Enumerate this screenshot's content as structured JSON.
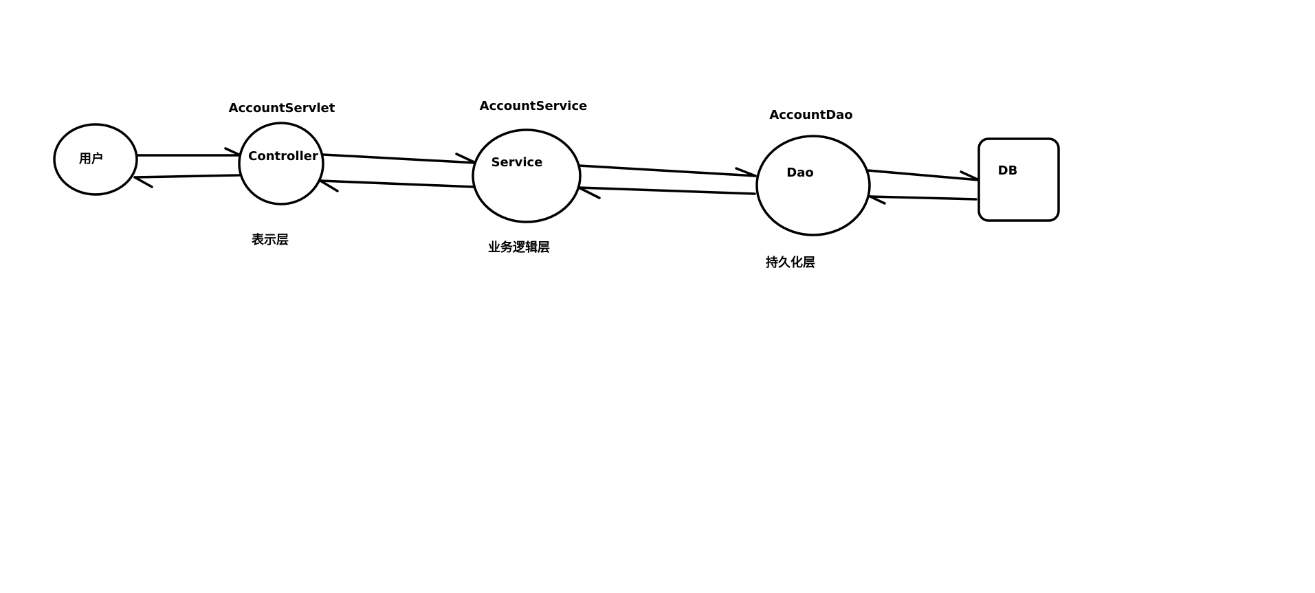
{
  "nodes": [
    {
      "id": "user",
      "label": "用户",
      "title": ""
    },
    {
      "id": "controller",
      "label": "Controller",
      "title": "AccountServlet"
    },
    {
      "id": "service",
      "label": "Service",
      "title": "AccountService"
    },
    {
      "id": "dao",
      "label": "Dao",
      "title": "AccountDao"
    },
    {
      "id": "db",
      "label": "DB",
      "title": ""
    }
  ],
  "layers": [
    {
      "id": "presentation",
      "label": "表示层"
    },
    {
      "id": "business",
      "label": "业务逻辑层"
    },
    {
      "id": "persistence",
      "label": "持久化层"
    }
  ],
  "edges": [
    {
      "from": "user",
      "to": "controller"
    },
    {
      "from": "controller",
      "to": "user"
    },
    {
      "from": "controller",
      "to": "service"
    },
    {
      "from": "service",
      "to": "controller"
    },
    {
      "from": "service",
      "to": "dao"
    },
    {
      "from": "dao",
      "to": "service"
    },
    {
      "from": "dao",
      "to": "db"
    },
    {
      "from": "db",
      "to": "dao"
    }
  ]
}
